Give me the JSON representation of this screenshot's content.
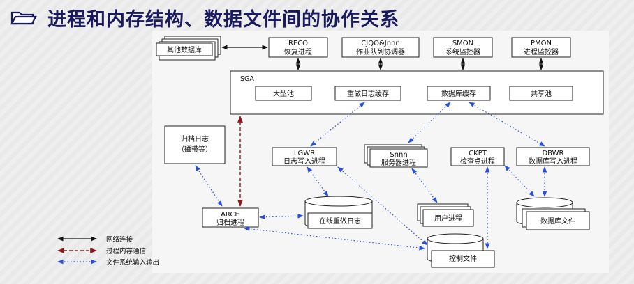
{
  "title": "进程和内存结构、数据文件间的协作关系",
  "colors": {
    "title": "#1a1a5e",
    "network": "#111111",
    "memory": "#8b1a1a",
    "fileio": "#2a4fd8"
  },
  "nodes": {
    "other_db": "其他数据库",
    "reco": {
      "name": "RECO",
      "desc": "恢复进程"
    },
    "cjqo": {
      "name": "CJQO&Jnnn",
      "desc": "作业队列协调器"
    },
    "smon": {
      "name": "SMON",
      "desc": "系统监控器"
    },
    "pmon": {
      "name": "PMON",
      "desc": "进程监控器"
    },
    "sga": {
      "label": "SGA",
      "large_pool": "大型池",
      "redo_buffer": "重做日志缓存",
      "db_cache": "数据库缓存",
      "shared_pool": "共享池"
    },
    "archive_log": {
      "line1": "归档日志",
      "line2": "（磁带等）"
    },
    "lgwr": {
      "name": "LGWR",
      "desc": "日志写入进程"
    },
    "snnn": {
      "name": "Snnn",
      "desc": "服务器进程"
    },
    "ckpt": {
      "name": "CKPT",
      "desc": "检查点进程"
    },
    "dbwr": {
      "name": "DBWR",
      "desc": "数据库写入进程"
    },
    "arch": {
      "name": "ARCH",
      "desc": "归档进程"
    },
    "online_redo": "在线重做日志",
    "user_proc": "用户进程",
    "datafiles": "数据库文件",
    "control_file": "控制文件"
  },
  "legend": {
    "network": "网络连接",
    "memory": "过程内存通信",
    "fileio": "文件系统输入输出"
  }
}
